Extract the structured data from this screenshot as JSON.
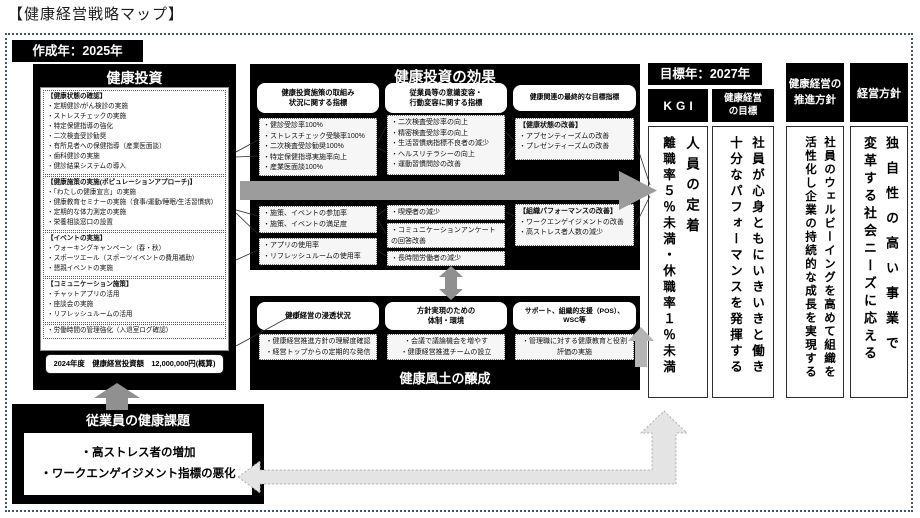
{
  "page": {
    "title": "【健康経営戦略マップ】",
    "created_year": "作成年：2025年",
    "target_year": "目標年：2027年"
  },
  "investment": {
    "title": "健康投資",
    "sections": [
      {
        "heading": "【健康状態の確認】",
        "items": [
          "・定期健診/がん検診の実施",
          "・ストレスチェックの実施",
          "・特定保健指導の強化",
          "・二次検査受診勧奨",
          "・有所見者への保健指導（産業医面談）",
          "・歯科健診の実施",
          "・健診結果システムの導入"
        ]
      },
      {
        "heading": "【健康施策の実施(ポピュレーションアプローチ)】",
        "items": [
          "・「わたしの健康宣言」の実施",
          "・健康教育セミナーの実施（食事/運動/睡眠/生活習慣病）",
          "・定期的な体力測定の実施",
          "・栄養相談窓口の設置"
        ]
      },
      {
        "heading": "【イベントの実施】",
        "items": [
          "・ウォーキングキャンペーン（春・秋）",
          "・スポーツエール（スポーツイベントの費用補助）",
          "・懇親イベントの実施"
        ]
      },
      {
        "heading": "【コミュニケーション施策】",
        "items": [
          "・チャットアプリの活用",
          "・座談会の実施",
          "・リフレッシュルームの活用"
        ]
      },
      {
        "heading": "",
        "items": [
          "・労働時間の管理強化（入退室ログ確認）"
        ]
      }
    ],
    "budget": "2024年度　健康経営投資額　12,000,000円(概算)"
  },
  "challenges": {
    "title": "従業員の健康課題",
    "items": [
      "・高ストレス者の増加",
      "・ワークエンゲイジメント指標の悪化"
    ]
  },
  "effects": {
    "title": "健康投資の効果",
    "col1": {
      "header_line1": "健康投資施策の取組み",
      "header_line2": "状況に関する指標",
      "group1": [
        "・健診受診率100%",
        "・ストレスチェック受験率100%",
        "・二次検査受診勧奨100%",
        "・特定保健指導実施率向上",
        "・産業医面談100%"
      ],
      "group2": [
        "・施策、イベントの参加率",
        "・施策、イベントの満足度"
      ],
      "group3": [
        "・アプリの使用率",
        "・リフレッシュルームの使用率"
      ]
    },
    "col2": {
      "header_line1": "従業員等の意識変容・",
      "header_line2": "行動変容に関する指標",
      "group1": [
        "・二次検査受診率の向上",
        "・精密検査受診率の向上",
        "・生活習慣病指標不良者の減少",
        "・ヘルスリテラシーの向上",
        "・運動習慣問診の改善"
      ],
      "group2": [
        "・喫煙者の減少"
      ],
      "group3": [
        "・コミュニケーションアンケートの回答改善"
      ],
      "group4": [
        "・長時間労働者の減少"
      ]
    },
    "col3": {
      "header": "健康関連の最終的な目標指標",
      "group1_heading": "【健康状態の改善】",
      "group1": [
        "・アブセンティーズムの改善",
        "・プレゼンティーズムの改善"
      ],
      "group2_heading": "【組織パフォーマンスの改善】",
      "group2": [
        "・ワークエンゲイジメントの改善",
        "・高ストレス者人数の減少"
      ]
    }
  },
  "culture": {
    "title": "健康風土の醸成",
    "box1": {
      "header": "健康経営の浸透状況",
      "items": [
        "・健康経営推進方針の理解度確認",
        "・経営トップからの定期的な発信"
      ]
    },
    "box2": {
      "header_line1": "方針実現のための",
      "header_line2": "体制・環境",
      "items": [
        "・会議で議論機会を増やす",
        "・健康経営推進チームの設立"
      ]
    },
    "box3": {
      "header_line1": "サポート、組織的支援（POS）、",
      "header_line2": "WSC等",
      "items": [
        "・管理職に対する健康教育と役割評価の実施"
      ]
    }
  },
  "goals": {
    "kgi": {
      "header": "KGI",
      "line1": "人員の定着",
      "line2": "離職率５％未満・休職率１％未満"
    },
    "target": {
      "header_line1": "健康経営",
      "header_line2": "の目標",
      "line1": "社員が心身ともにいきいきと働き",
      "line2": "十分なパフォーマンスを発揮する"
    },
    "policy": {
      "header_line1": "健康経営の",
      "header_line2": "推進方針",
      "line1": "社員のウェルビーイングを高めて組織を",
      "line2": "活性化し企業の持続的な成長を実現する"
    },
    "management": {
      "header": "経営方針",
      "line1": "独自性の高い事業で",
      "line2": "変革する社会ニーズに応える"
    }
  },
  "colors": {
    "black_panel": "#000000",
    "arrow_gray": "#9c9c9c",
    "elbow_arrow": "#e4e4e4",
    "frame": "#44546a"
  }
}
